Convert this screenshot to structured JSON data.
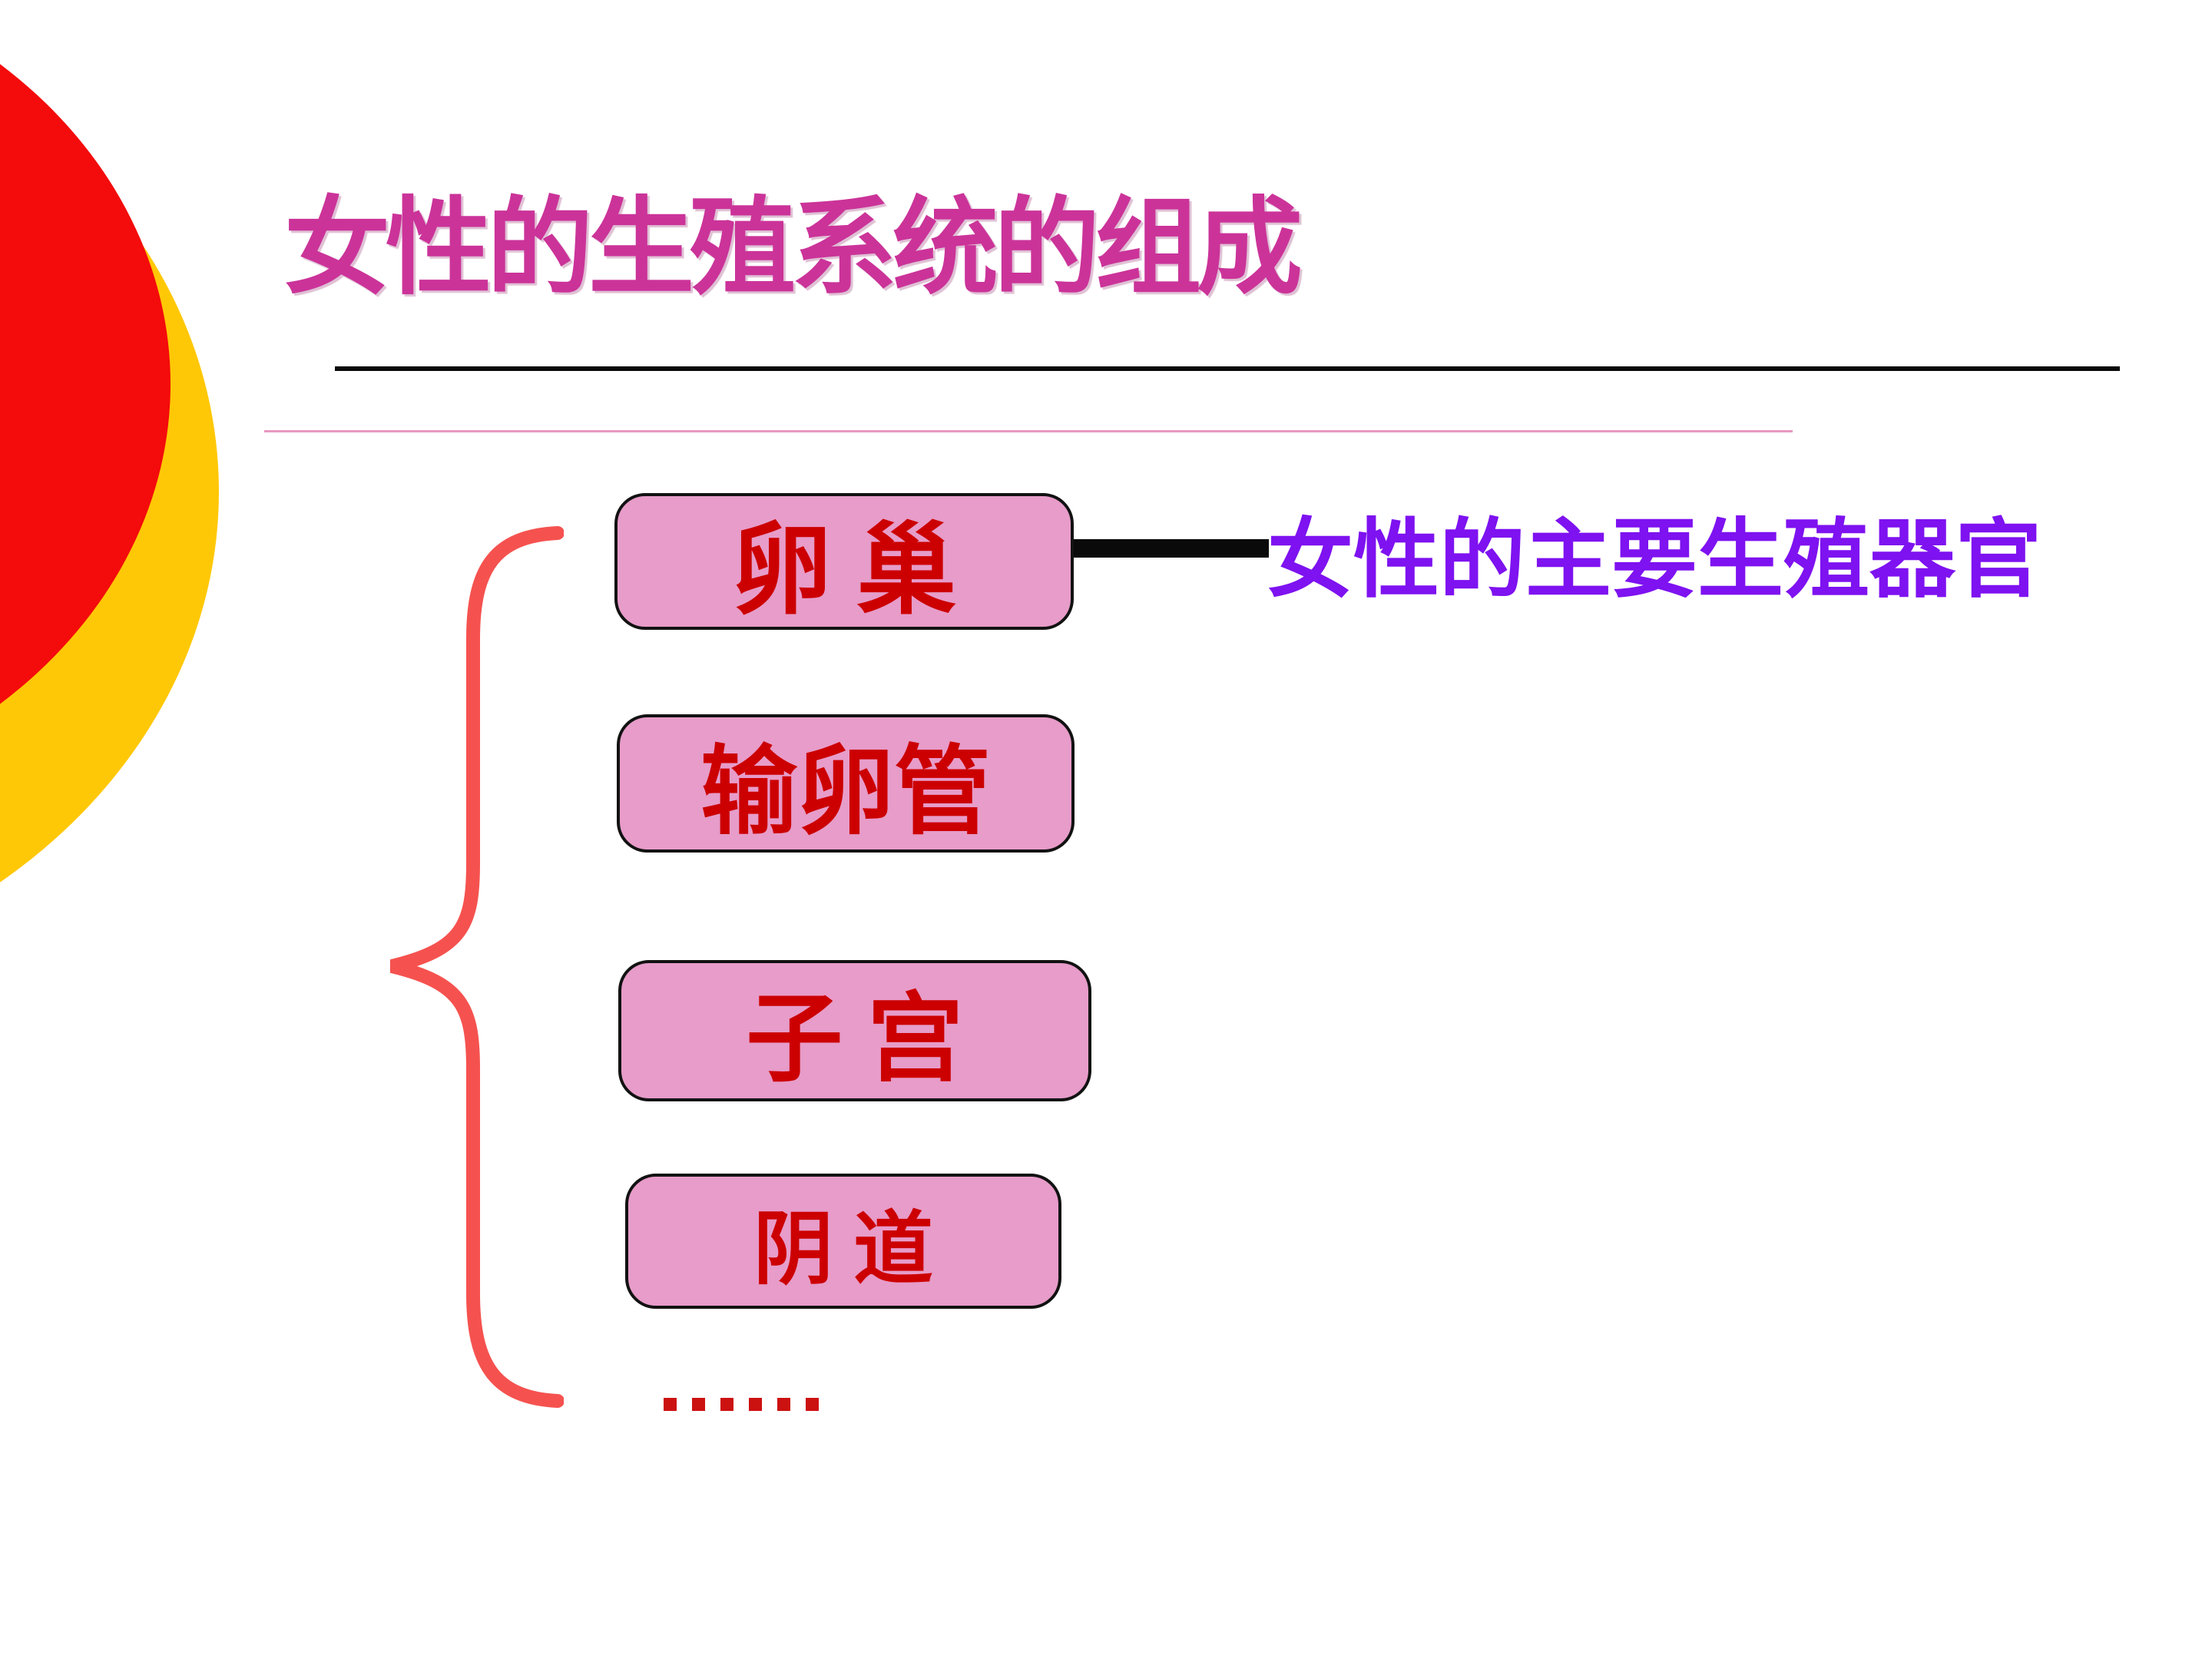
{
  "slide": {
    "title": "女性的生殖系统的组成",
    "boxes": [
      {
        "id": "ovary",
        "label": "卵 巢"
      },
      {
        "id": "fallopian-tube",
        "label": "输卵管"
      },
      {
        "id": "uterus",
        "label": "子 宫"
      },
      {
        "id": "vagina",
        "label": "阴 道"
      }
    ],
    "annotation": "女性的主要生殖器官",
    "ellipsis": "……",
    "ellipsis_dot_count": 6,
    "colors": {
      "title_color": "#CB3399",
      "box_fill": "#E79CC9",
      "box_text": "#CC0000",
      "annotation_color": "#7E12F0",
      "brace_color": "#F5524F",
      "circle_red": "#F40B0B",
      "circle_yellow": "#FFC806",
      "line_black": "#0A0A0A",
      "line_pink": "#E898C0",
      "ellipsis_color": "#CC1111"
    }
  }
}
